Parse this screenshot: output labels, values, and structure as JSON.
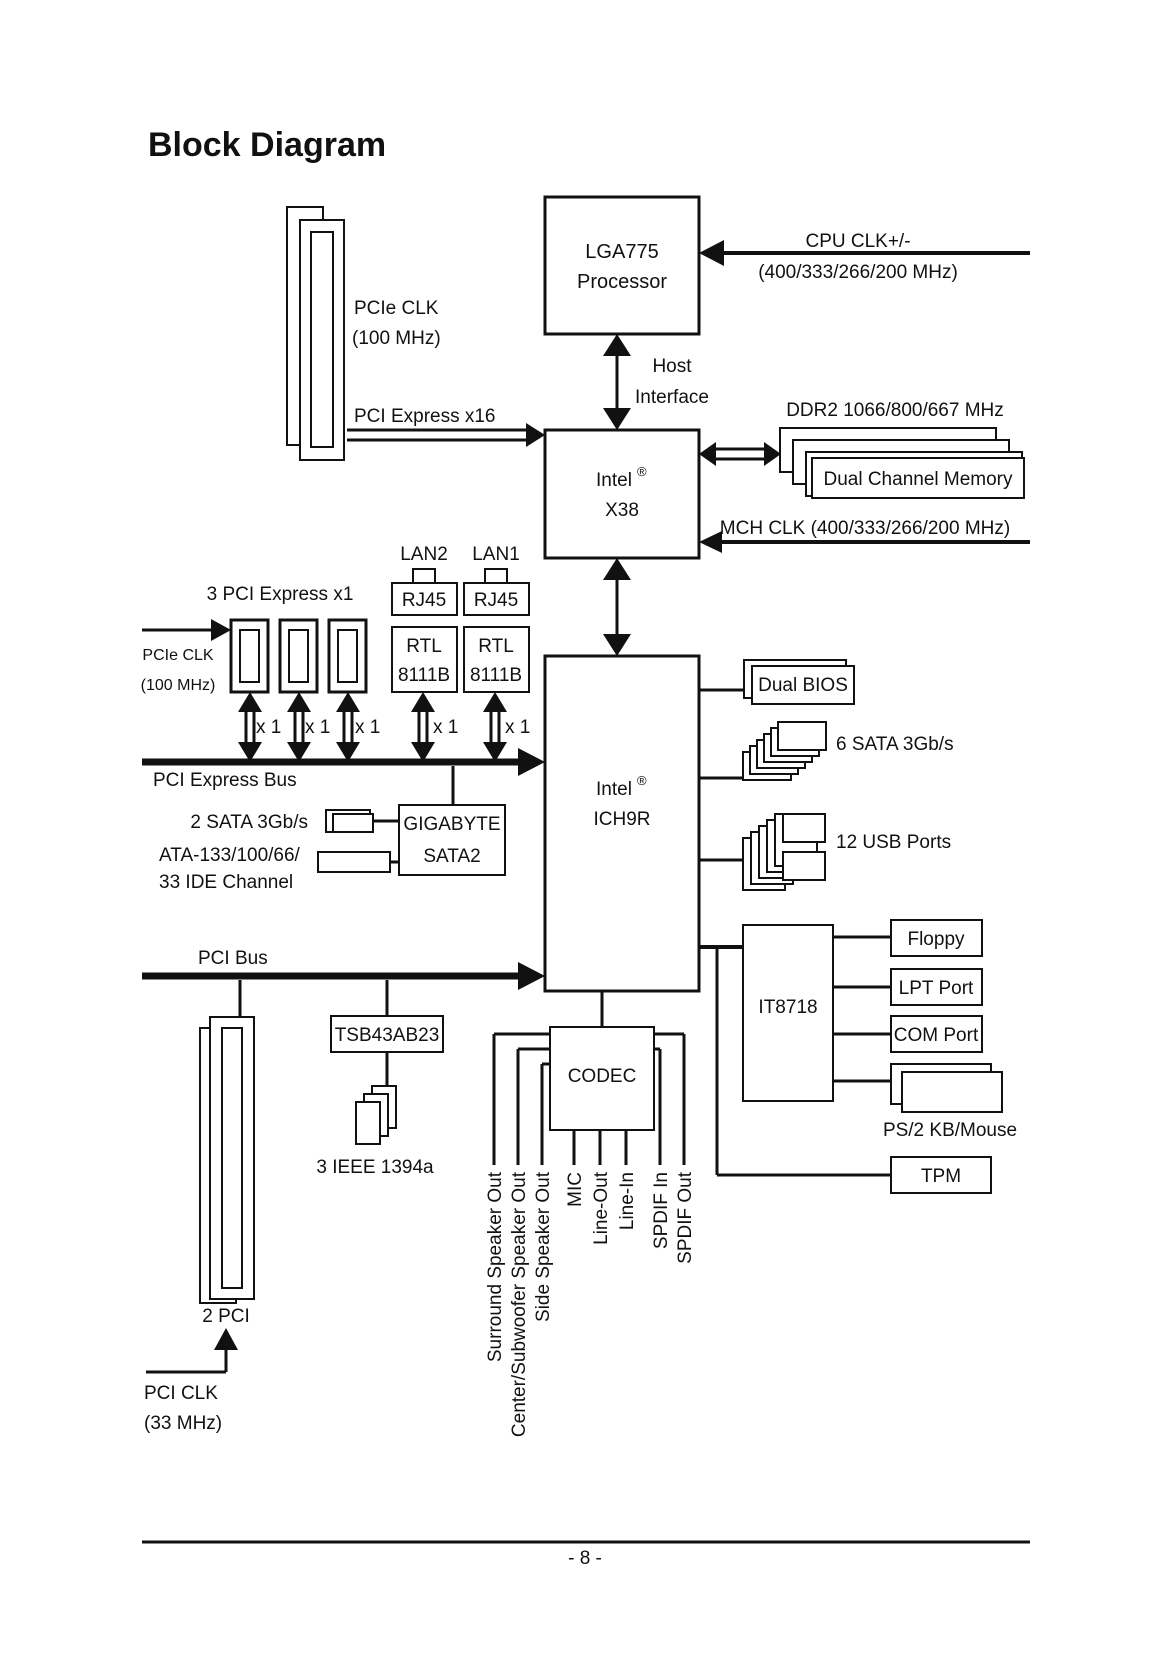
{
  "title": "Block Diagram",
  "page_number": "- 8 -",
  "cpu": {
    "line1": "LGA775",
    "line2": "Processor"
  },
  "cpu_clk": {
    "line1": "CPU CLK+/-",
    "line2": "(400/333/266/200 MHz)"
  },
  "host_interface": {
    "line1": "Host",
    "line2": "Interface"
  },
  "northbridge": {
    "line1": "Intel",
    "reg": "®",
    "line2": "X38"
  },
  "memory": {
    "speed": "DDR2 1066/800/667 MHz",
    "label": "Dual Channel Memory"
  },
  "mch_clk": "MCH CLK (400/333/266/200 MHz)",
  "pcie_x16": {
    "clk_line1": "PCIe CLK",
    "clk_line2": "(100 MHz)",
    "label": "PCI Express x16"
  },
  "pcie_x1": {
    "label": "3 PCI Express x1",
    "clk_line1": "PCIe CLK",
    "clk_line2": "(100 MHz)",
    "lane": "x 1"
  },
  "lan": {
    "lan2": "LAN2",
    "lan1": "LAN1",
    "rj45": "RJ45",
    "rtl_line1": "RTL",
    "rtl_line2": "8111B",
    "lane": "x 1"
  },
  "pcie_bus": "PCI Express Bus",
  "gigabyte": {
    "line1": "GIGABYTE",
    "line2": "SATA2",
    "sata": "2 SATA 3Gb/s",
    "ide_line1": "ATA-133/100/66/",
    "ide_line2": "33 IDE Channel"
  },
  "southbridge": {
    "line1": "Intel",
    "reg": "®",
    "line2": "ICH9R"
  },
  "dual_bios": "Dual BIOS",
  "sata_ports": "6 SATA 3Gb/s",
  "usb_ports": "12 USB Ports",
  "superio": {
    "label": "IT8718",
    "floppy": "Floppy",
    "lpt": "LPT Port",
    "com": "COM Port",
    "ps2": "PS/2 KB/Mouse"
  },
  "tpm": "TPM",
  "pci_bus": "PCI Bus",
  "pci_slots": {
    "label": "2 PCI",
    "clk_line1": "PCI CLK",
    "clk_line2": "(33 MHz)"
  },
  "ieee1394": {
    "chip": "TSB43AB23",
    "label": "3 IEEE 1394a"
  },
  "codec": {
    "label": "CODEC",
    "outputs": [
      "Surround Speaker Out",
      "Center/Subwoofer Speaker Out",
      "Side Speaker Out",
      "MIC",
      "Line-Out",
      "Line-In",
      "SPDIF In",
      "SPDIF Out"
    ]
  }
}
